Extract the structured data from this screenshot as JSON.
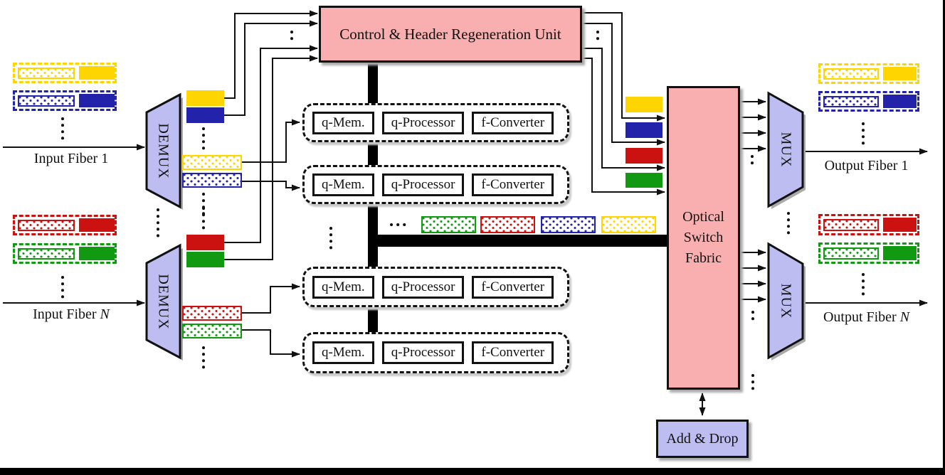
{
  "palette": {
    "yellow": "#FFD500",
    "blue": "#2222AA",
    "red": "#CC1111",
    "green": "#119911",
    "pink_box": "#F9AFAF",
    "lavender_box": "#BDBDF2",
    "line": "#111111"
  },
  "control_unit": {
    "label": "Control & Header Regeneration Unit"
  },
  "demux": {
    "label": "DEMUX"
  },
  "mux": {
    "label": "MUX"
  },
  "switch_fabric": {
    "line1": "Optical",
    "line2": "Switch",
    "line3": "Fabric"
  },
  "add_drop": {
    "label": "Add & Drop"
  },
  "processing_unit": {
    "mem": "q-Mem.",
    "proc": "q-Processor",
    "conv": "f-Converter"
  },
  "fibers": {
    "input_1": "Input Fiber 1",
    "input_n_prefix": "Input Fiber",
    "output_1": "Output Fiber 1",
    "output_n_prefix": "Output Fiber",
    "n_symbol": "N"
  }
}
